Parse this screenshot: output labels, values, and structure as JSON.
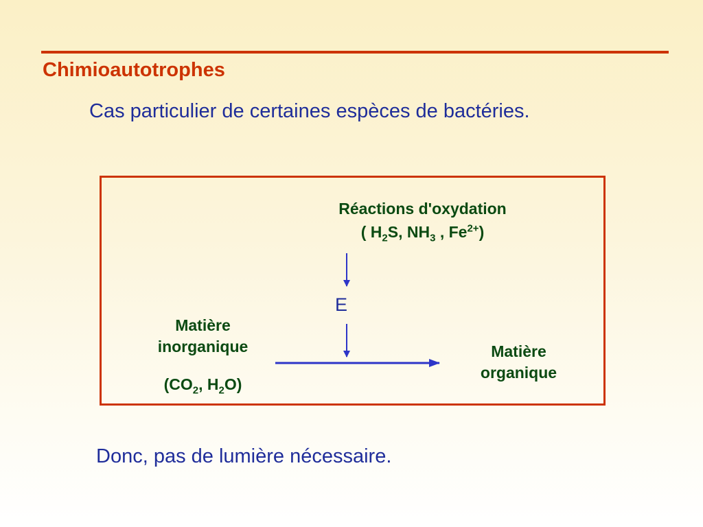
{
  "slide": {
    "title": "Chimioautotrophes",
    "subtitle": "Cas particulier de certaines espèces de bactéries.",
    "footer": "Donc, pas de lumière nécessaire."
  },
  "diagram": {
    "reaction": {
      "title": "Réactions d'oxydation",
      "formula": {
        "open": "( H",
        "h2s_sub": "2",
        "s_nh": "S, NH",
        "nh3_sub": "3",
        "fe": " , Fe",
        "fe_sup": "2+",
        "close": ")"
      }
    },
    "energy": "E",
    "inorganic": {
      "line1": "Matière",
      "line2": "inorganique",
      "formula": {
        "open": "(CO",
        "co2_sub": "2",
        "mid": ", H",
        "h2o_sub": "2",
        "close": "O)"
      }
    },
    "organic": {
      "line1": "Matière",
      "line2": "organique"
    }
  },
  "colors": {
    "accent": "#cc3300",
    "text_blue": "#1f2d9a",
    "text_green": "#0b4a12",
    "arrow": "#2d35c8"
  }
}
